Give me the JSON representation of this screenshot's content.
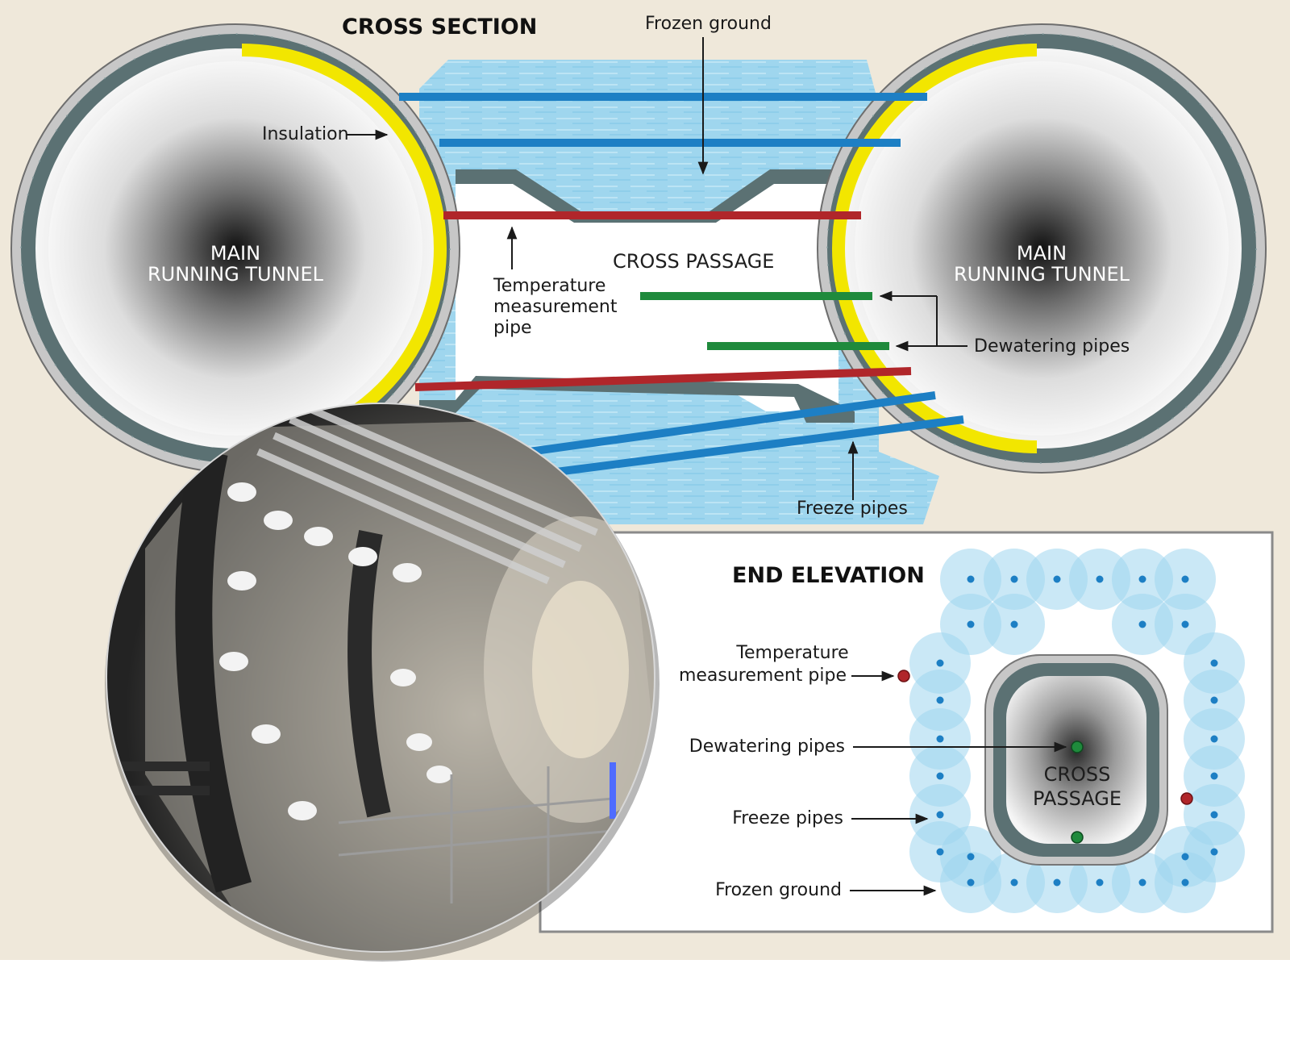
{
  "cross_section": {
    "title": "CROSS SECTION",
    "frozen_ground_label": "Frozen ground",
    "insulation_label": "Insulation",
    "left_tunnel_label_line1": "MAIN",
    "left_tunnel_label_line2": "RUNNING TUNNEL",
    "right_tunnel_label_line1": "MAIN",
    "right_tunnel_label_line2": "RUNNING TUNNEL",
    "cross_passage_label": "CROSS PASSAGE",
    "temp_pipe_label_line1": "Temperature",
    "temp_pipe_label_line2": "measurement",
    "temp_pipe_label_line3": "pipe",
    "dewatering_label": "Dewatering pipes",
    "freeze_pipes_label": "Freeze pipes"
  },
  "end_elevation": {
    "title": "END ELEVATION",
    "temp_pipe_label_line1": "Temperature",
    "temp_pipe_label_line2": "measurement pipe",
    "dewatering_label": "Dewatering pipes",
    "freeze_pipes_label": "Freeze pipes",
    "frozen_ground_label": "Frozen ground",
    "cross_passage_line1": "CROSS",
    "cross_passage_line2": "PASSAGE"
  },
  "colors": {
    "background": "#efe8da",
    "frozen_ground": "#9fd6ee",
    "insulation": "#f2e600",
    "lining": "#5b7173",
    "freeze_pipe": "#1d7fc4",
    "temperature_pipe": "#b0262a",
    "dewatering_pipe": "#1f8a3c"
  },
  "photo": {
    "icon": "tunnel-photo-inset"
  }
}
